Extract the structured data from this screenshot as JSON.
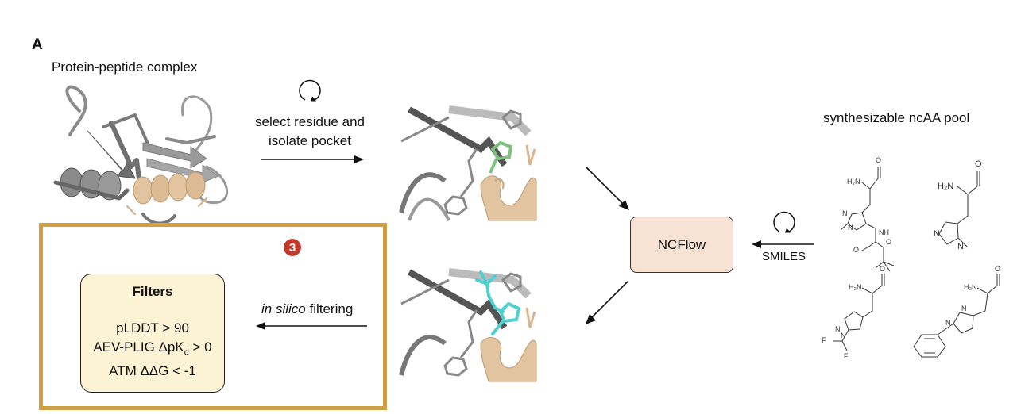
{
  "panel_label": "A",
  "protein_complex": {
    "title": "Protein-peptide complex",
    "colors": {
      "protein": "#8c8c8c",
      "peptide": "#e3c4a0"
    }
  },
  "step_select": {
    "label_line1": "select residue and",
    "label_line2": "isolate pocket",
    "icon": "cycle-arrow-icon"
  },
  "pocket_images": {
    "top": {
      "highlight_color": "#7fbf7f",
      "description": "isolated pocket with selected residue"
    },
    "bottom": {
      "highlight_color": "#4fcfd0",
      "description": "pocket with ncAA substituted"
    }
  },
  "ncflow": {
    "label": "NCFlow",
    "color": "#f8e2d3"
  },
  "smiles_step": {
    "label": "SMILES",
    "icon": "cycle-arrow-icon"
  },
  "ncaa_pool": {
    "title": "synthesizable ncAA pool",
    "molecules": [
      {
        "name": "Boc-amino methylpyrazolyl alaninal",
        "labels": [
          "H2N",
          "O",
          "N",
          "N",
          "NH",
          "O",
          "O"
        ]
      },
      {
        "name": "1-methylhistidinal",
        "labels": [
          "H2N",
          "O",
          "N",
          "N"
        ]
      },
      {
        "name": "difluoromethylpyrazolyl alaninal",
        "labels": [
          "H2N",
          "O",
          "N",
          "N",
          "F",
          "F"
        ]
      },
      {
        "name": "1-benzylhistidinal",
        "labels": [
          "H2N",
          "O",
          "N",
          "N"
        ]
      }
    ]
  },
  "filtering_step": {
    "label_italic": "in silico",
    "label_rest": " filtering"
  },
  "step_badge": {
    "number": "3",
    "color": "#c0392b"
  },
  "filters": {
    "title": "Filters",
    "criteria": [
      {
        "text_pre": "pLDDT > 90",
        "sub": "",
        "text_post": ""
      },
      {
        "text_pre": "AEV-PLIG ΔpK",
        "sub": "d",
        "text_post": " > 0"
      },
      {
        "text_pre": "ATM ΔΔG < -1",
        "sub": "",
        "text_post": ""
      }
    ],
    "frame_color": "#cf9f48",
    "box_color": "#fcf2d4"
  }
}
